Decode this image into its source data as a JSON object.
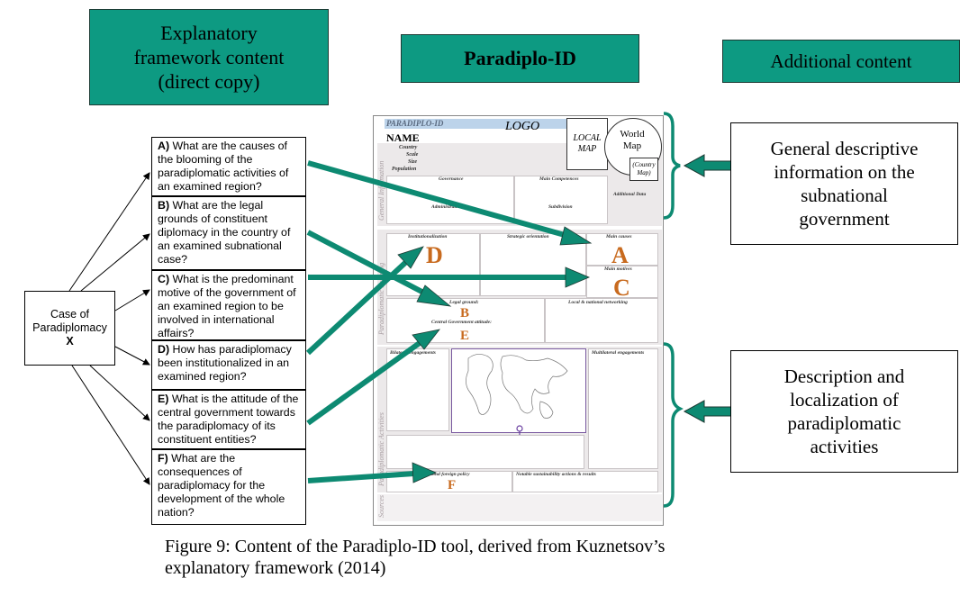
{
  "headers": {
    "left": "Explanatory framework content (direct copy)",
    "left_lines": [
      "Explanatory",
      "framework content",
      "(direct copy)"
    ],
    "center": "Paradiplo-ID",
    "right": "Additional content"
  },
  "case_box": {
    "line1": "Case of",
    "line2": "Paradiplomacy",
    "line3": "X"
  },
  "questions": [
    {
      "letter": "A)",
      "text": "What are the causes of the blooming of the paradiplomatic activities of an examined region?"
    },
    {
      "letter": "B)",
      "text": "What are the legal grounds of constituent diplomacy in the country of an examined subnational case?"
    },
    {
      "letter": "C)",
      "text": "What is the predominant motive of the government of an examined region to be involved in international affairs?"
    },
    {
      "letter": "D)",
      "text": "How has paradiplomacy been institutionalized in an examined region?"
    },
    {
      "letter": "E)",
      "text": "What is the attitude of the central government towards the paradiplomacy of its constituent entities?"
    },
    {
      "letter": "F)",
      "text": "What are the consequences of paradiplomacy for the development of the whole nation?"
    }
  ],
  "side_boxes": {
    "top_lines": [
      "General descriptive",
      "information on the",
      "subnational",
      "government"
    ],
    "bottom_lines": [
      "Description and",
      "localization of",
      "paradiplomatic",
      "activities"
    ]
  },
  "document": {
    "banner": "PARADIPLO-ID",
    "logo": "LOGO",
    "name": "NAME",
    "fields": [
      "Country",
      "Scale",
      "Size",
      "Population"
    ],
    "local_map": [
      "LOCAL",
      "MAP"
    ],
    "world_map": [
      "World",
      "Map"
    ],
    "country_map": [
      "(Country",
      "Map)"
    ],
    "governance": "Governance",
    "main_competences": "Main Competences",
    "administration": "Administration",
    "subdivision": "Subdivision",
    "additional_data": "Additional Data",
    "institutionalization": "Institutionalization",
    "strategic_orientation": "Strategic orientation",
    "main_causes": "Main causes",
    "main_motives": "Main motives",
    "legal_ground": "Legal ground:",
    "central_gov_attitude": "Central Government attitude:",
    "local_networking": "Local & national networking",
    "bilateral": "Bilateral engagements",
    "multilateral": "Multilateral engagements",
    "national_foreign_policy": "National foreign policy",
    "sustainability": "Notable sustainability actions & results",
    "side_label_1": "General Information",
    "side_label_2": "Paradiplomatic Framing",
    "side_label_3": "Paradiplomatic Activities",
    "side_label_4": "Sources",
    "letters": {
      "A": "A",
      "B": "B",
      "C": "C",
      "D": "D",
      "E": "E",
      "F": "F"
    }
  },
  "caption_lines": [
    "Figure 9: Content of the Paradiplo-ID tool, derived from Kuznetsov’s",
    "explanatory framework (2014)"
  ],
  "colors": {
    "teal": "#0d9a82",
    "arrow": "#0d8a72",
    "letter": "#c86a1e"
  }
}
